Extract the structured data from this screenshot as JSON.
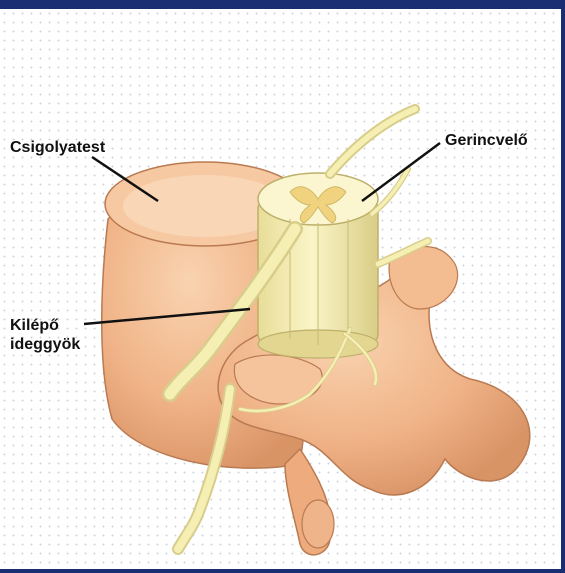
{
  "labels": {
    "vertebral_body": "Csigolyatest",
    "spinal_cord": "Gerincvelő",
    "nerve_root_line1": "Kilépő",
    "nerve_root_line2": "ideggyök"
  },
  "colors": {
    "frame": "#1a2f73",
    "bone": "#f2b98c",
    "bone_shadow": "#c9895f",
    "nerve": "#f6efb4",
    "nerve_shadow": "#d8cd8a",
    "grey_matter": "#f1d27e"
  }
}
